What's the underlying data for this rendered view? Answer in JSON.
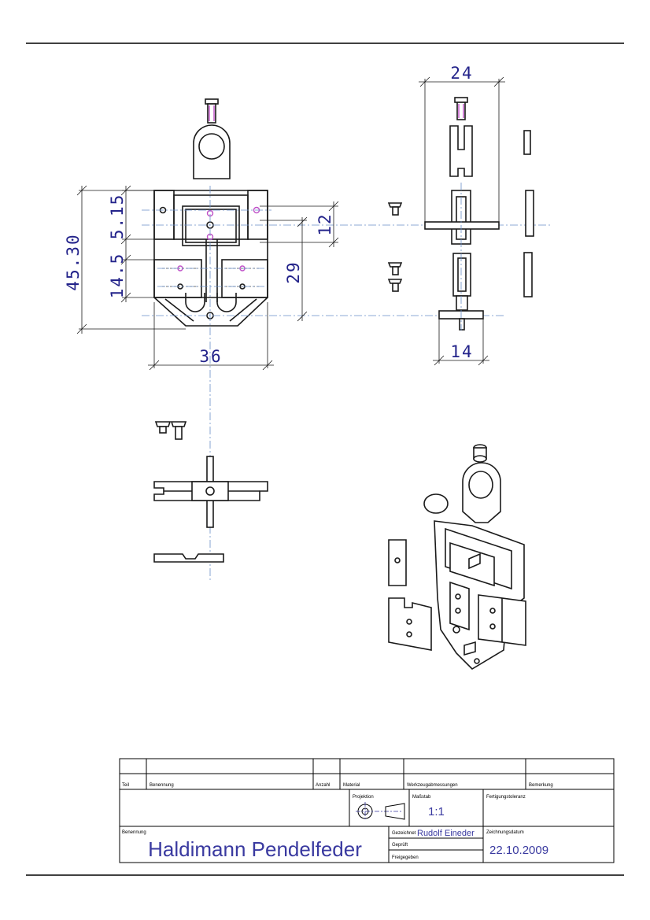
{
  "dimensions": {
    "d24": "24",
    "d12": "12",
    "d29": "29",
    "d36": "36",
    "d14b": "14",
    "d4530": "45.30",
    "d515": "5.15",
    "d145": "14.5"
  },
  "title_block": {
    "col_teil": "Teil",
    "col_benennung": "Benennung",
    "col_anzahl": "Anzahl",
    "col_material": "Material",
    "col_werkzeug": "Werkzeugabmessungen",
    "col_bemerkung": "Bemerkung",
    "projektion_label": "Projektion",
    "massstab_label": "Maßstab",
    "massstab_value": "1:1",
    "fertigungstoleranz_label": "Fertigungstoleranz",
    "benennung_label": "Benennung",
    "title": "Haldimann Pendelfeder",
    "gezeichnet_label": "Gezeichnet",
    "gezeichnet_value": "Rudolf Eineder",
    "geprueft_label": "Geprüft",
    "freigegeben_label": "Freigegeben",
    "zeichnungsdatum_label": "Zeichnungsdatum",
    "zeichnungsdatum_value": "22.10.2009"
  }
}
